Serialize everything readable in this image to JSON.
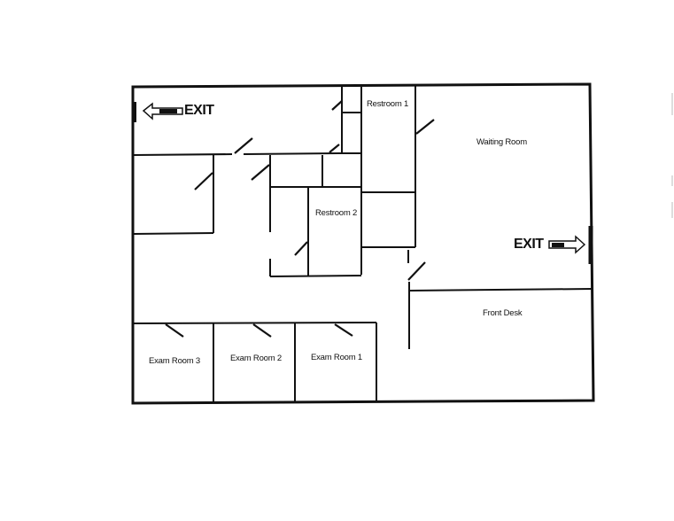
{
  "floor_plan": {
    "rooms": [
      {
        "id": "restroom-1",
        "label": "Restroom 1"
      },
      {
        "id": "waiting-room",
        "label": "Waiting Room"
      },
      {
        "id": "restroom-2",
        "label": "Restroom 2"
      },
      {
        "id": "front-desk",
        "label": "Front Desk"
      },
      {
        "id": "exam-room-3",
        "label": "Exam Room 3"
      },
      {
        "id": "exam-room-2",
        "label": "Exam Room 2"
      },
      {
        "id": "exam-room-1",
        "label": "Exam Room 1"
      }
    ],
    "exits": [
      {
        "id": "exit-west",
        "label": "EXIT",
        "direction": "left"
      },
      {
        "id": "exit-east",
        "label": "EXIT",
        "direction": "right"
      }
    ],
    "colors": {
      "line": "#111111",
      "background": "#ffffff"
    }
  }
}
